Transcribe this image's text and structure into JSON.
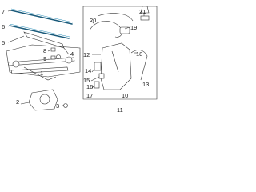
{
  "colors": {
    "accent": "#2f8fb8",
    "line": "#333333",
    "background": "#ffffff"
  },
  "callouts": {
    "c1": "1",
    "c2": "2",
    "c3": "3",
    "c4": "4",
    "c5": "5",
    "c6": "6",
    "c7": "7",
    "c8": "8",
    "c9": "9",
    "c10": "10",
    "c11": "11",
    "c12": "12",
    "c13": "13",
    "c14": "14",
    "c15": "15",
    "c16": "16",
    "c17": "17",
    "c18": "18",
    "c19": "19",
    "c20": "20",
    "c21": "21"
  }
}
